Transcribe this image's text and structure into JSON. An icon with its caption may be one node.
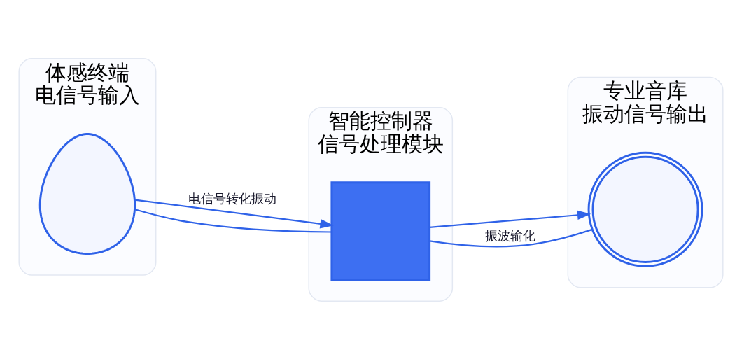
{
  "diagram": {
    "nodes": [
      {
        "text": [
          "体感终端",
          "电信号输入"
        ]
      },
      {
        "text": [],
        "shape": "person",
        "in": 0
      },
      {
        "text": [
          "智能控制器",
          "信号处理模块"
        ]
      },
      {
        "text": [],
        "shape": "box",
        "in": 2
      },
      {
        "text": [
          "专业音库",
          "振动信号输出"
        ]
      },
      {
        "text": [],
        "shape": "circle",
        "in": 4
      }
    ],
    "edges": [
      {
        "from": 1,
        "to": 3,
        "arrow": "to",
        "label": "电信号转化振动"
      },
      {
        "from": 1,
        "to": 3,
        "arrow": "none"
      },
      {
        "from": 3,
        "to": 5,
        "arrow": "to"
      },
      {
        "from": 3,
        "to": 5,
        "arrow": "none",
        "label": "振波输化"
      }
    ]
  }
}
